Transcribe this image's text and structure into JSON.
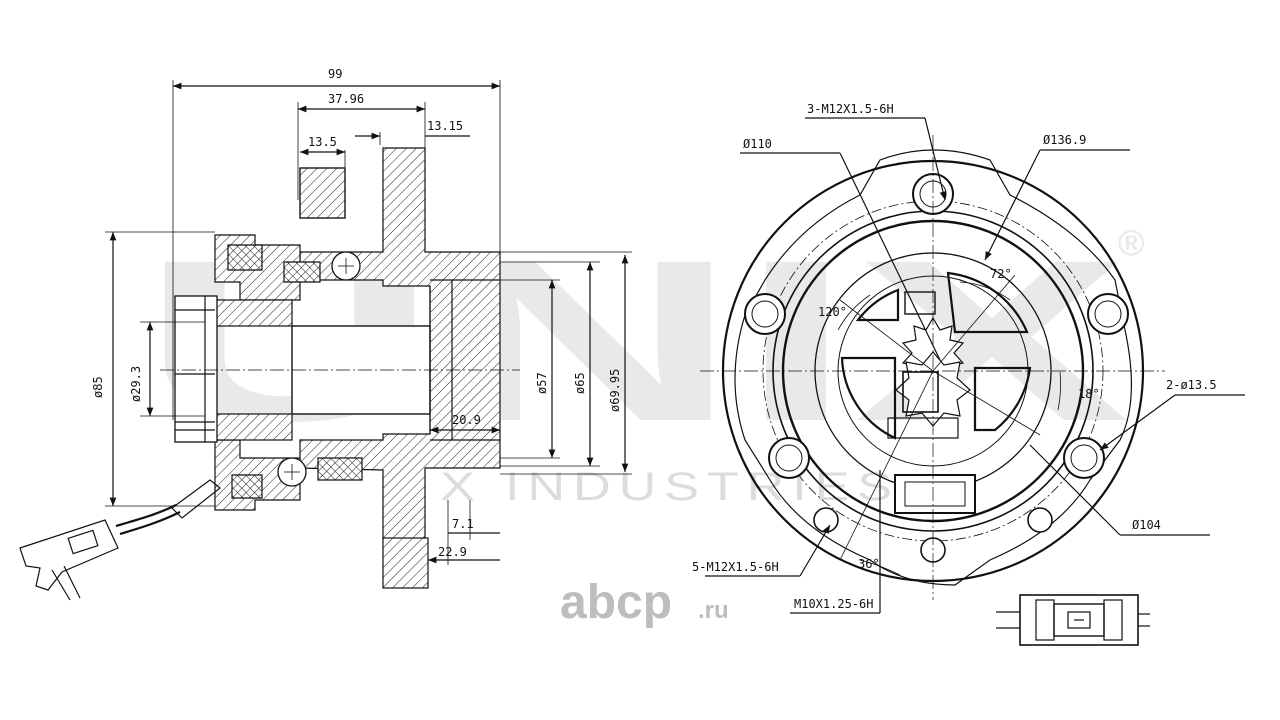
{
  "watermark": {
    "brand": "UNIX",
    "registered": "®",
    "subtitle": "X INDUSTRIES"
  },
  "site_logo": {
    "name": "abcp",
    "tld": ".ru"
  },
  "side_view": {
    "dimensions": {
      "overall_length": "99",
      "flange_to_end": "37.96",
      "flange_thickness": "13.15",
      "stud_spacing": "13.5",
      "diameter_85": "ø85",
      "diameter_29_3": "ø29.3",
      "bore_20_9": "20.9",
      "diameter_57": "ø57",
      "diameter_65": "ø65",
      "diameter_69_95": "ø69.95",
      "pilot_7_1": "7.1",
      "pilot_22_9": "22.9"
    }
  },
  "front_view": {
    "labels": {
      "thread_3": "3-M12X1.5-6H",
      "dia_110": "Ø110",
      "dia_136_9": "Ø136.9",
      "angle_72": "72°",
      "angle_120": "120°",
      "holes_2": "2-ø13.5",
      "angle_18": "18°",
      "dia_104": "Ø104",
      "thread_5": "5-M12X1.5-6H",
      "angle_36": "36°",
      "thread_m10": "M10X1.25-6H"
    }
  }
}
